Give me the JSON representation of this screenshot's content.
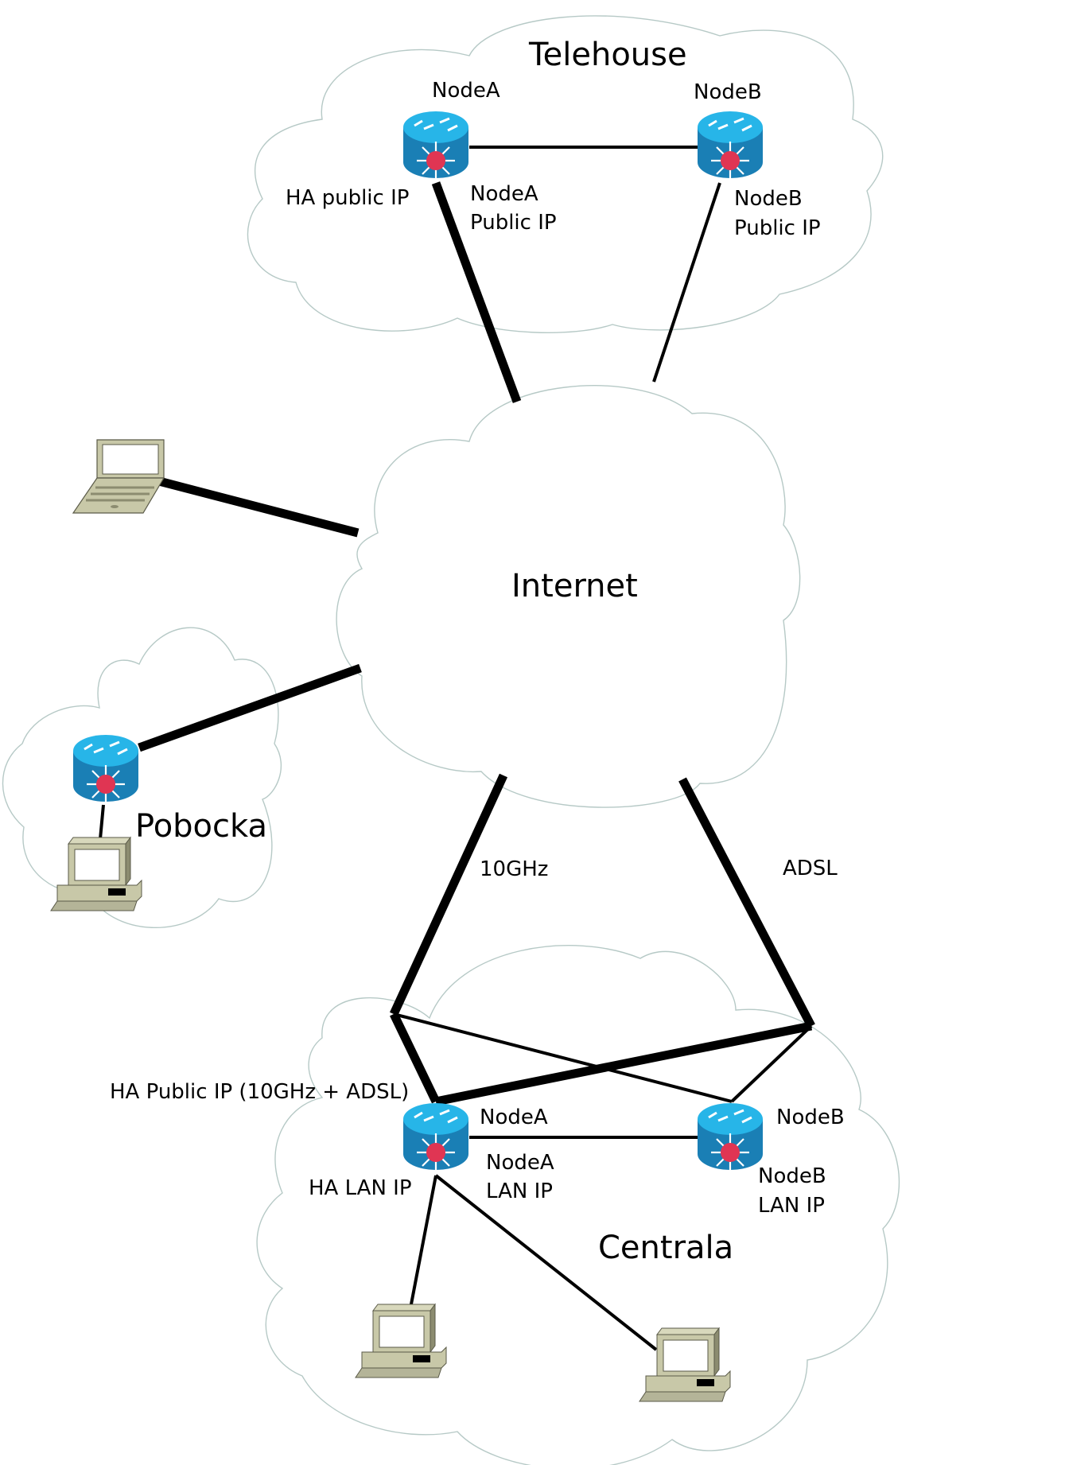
{
  "colors": {
    "cloud_stroke": "#b6c9c6",
    "link": "#000000",
    "router_body": "#1a7fb5",
    "router_top": "#27b5e8",
    "router_center": "#e03553",
    "computer_body": "#c8c8a8"
  },
  "icons": {
    "router": "router-icon",
    "laptop": "laptop-icon",
    "computer": "desktop-computer-icon",
    "cloud": "cloud-icon"
  },
  "clouds": {
    "telehouse": "Telehouse",
    "internet": "Internet",
    "pobocka": "Pobocka",
    "centrala": "Centrala"
  },
  "telehouse": {
    "node_a": "NodeA",
    "node_b": "NodeB",
    "ha_public_ip": "HA public IP",
    "node_a_public_ip": [
      "NodeA",
      "Public IP"
    ],
    "node_b_public_ip": [
      "NodeB",
      "Public IP"
    ]
  },
  "links": {
    "wan1": "10GHz",
    "wan2": "ADSL"
  },
  "centrala": {
    "ha_public_ip": "HA Public IP (10GHz + ADSL)",
    "node_a": "NodeA",
    "node_b": "NodeB",
    "ha_lan_ip": "HA LAN IP",
    "node_a_lan_ip": [
      "NodeA",
      "LAN IP"
    ],
    "node_b_lan_ip": [
      "NodeB",
      "LAN IP"
    ]
  }
}
